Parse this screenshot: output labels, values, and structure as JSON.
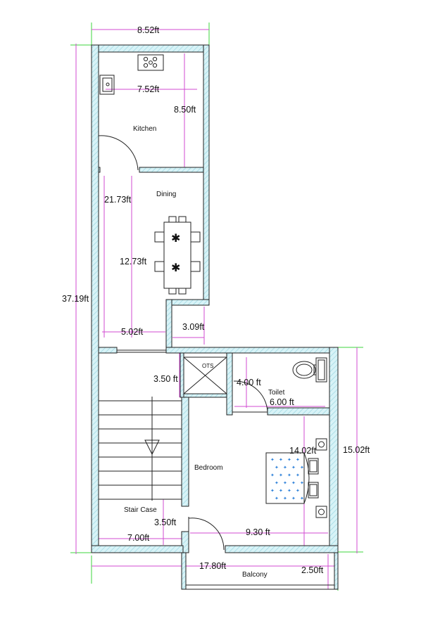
{
  "rooms": {
    "kitchen": "Kitchen",
    "dining": "Dining",
    "ots": "OTS",
    "toilet": "Toilet",
    "bedroom": "Bedroom",
    "staircase": "Stair Case",
    "balcony": "Balcony"
  },
  "dimensions": {
    "top_width": "8.52ft",
    "kitchen_width": "7.52ft",
    "kitchen_height": "8.50ft",
    "dining_total": "21.73ft",
    "dining_height": "12.73ft",
    "dining_width": "5.02ft",
    "step_width": "3.09ft",
    "total_height": "37.19ft",
    "ots_width": "3.50 ft",
    "toilet_height": "4.00 ft",
    "toilet_width": "6.00 ft",
    "bedroom_height": "14.02ft",
    "right_height": "15.02ft",
    "stair_landing": "3.50ft",
    "stair_width": "7.00ft",
    "bedroom_width": "9.30 ft",
    "balcony_width": "17.80ft",
    "balcony_depth": "2.50ft"
  },
  "colors": {
    "wall_fill": "#d8f3f7",
    "wall_hatch": "#9ad7e2",
    "dimension_line": "#d24bd2",
    "extension_line": "#3ed43e",
    "bed_dots": "#2a7fd8"
  }
}
